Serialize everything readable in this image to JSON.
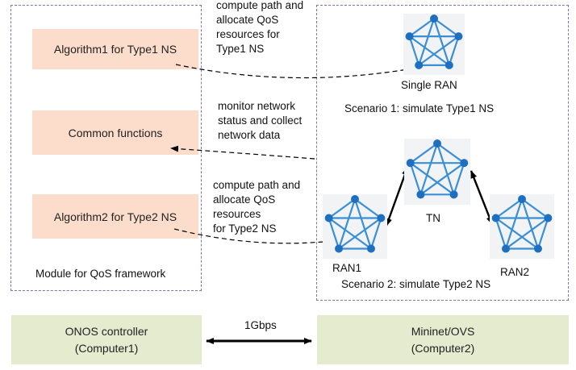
{
  "left_panel": {
    "algorithm1_label": "Algorithm1 for Type1 NS",
    "common_label": "Common functions",
    "algorithm2_label": "Algorithm2 for Type2 NS",
    "footer": "Module for QoS framework"
  },
  "annotations": {
    "type1_lines": [
      "compute path and",
      "allocate QoS",
      "resources for",
      "Type1 NS"
    ],
    "monitor_lines": [
      "monitor network",
      "status and collect",
      "network data"
    ],
    "type2_lines": [
      "compute path and",
      "allocate QoS",
      "resources",
      "for Type2 NS"
    ]
  },
  "right_panel": {
    "single_ran_label": "Single RAN",
    "scenario1": "Scenario 1: simulate Type1 NS",
    "tn_label": "TN",
    "ran1_label": "RAN1",
    "ran2_label": "RAN2",
    "scenario2": "Scenario 2: simulate Type2 NS"
  },
  "bottom": {
    "onos_line1": "ONOS controller",
    "onos_line2": "(Computer1)",
    "link_label": "1Gbps",
    "mininet_line1": "Mininet/OVS",
    "mininet_line2": "(Computer2)"
  },
  "colors": {
    "panel_border": "#8b6fb3",
    "algorithm_box": "#fcdccb",
    "computer_box": "#e4ebcf",
    "network_node": "#1f6fc0",
    "network_edge": "#3b8fd6"
  }
}
